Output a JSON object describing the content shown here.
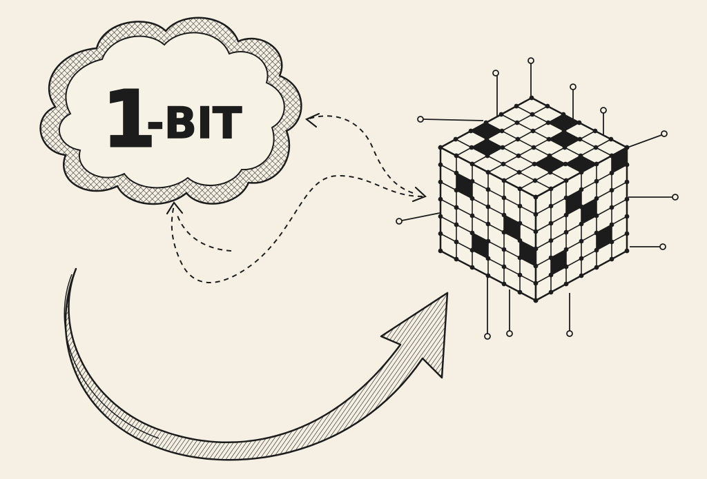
{
  "label": {
    "number": "1",
    "suffix": "-BIT"
  },
  "colors": {
    "background": "#f5f0e3",
    "ink": "#1c1c1c",
    "paper": "#f7f2e6"
  },
  "elements": {
    "cloud": "thought-cloud",
    "cube": "lattice-cube",
    "arrow": "curved-hatched-arrow",
    "links": "dashed-connector-arrows",
    "pins": "pin-lines-with-circle-ends"
  }
}
